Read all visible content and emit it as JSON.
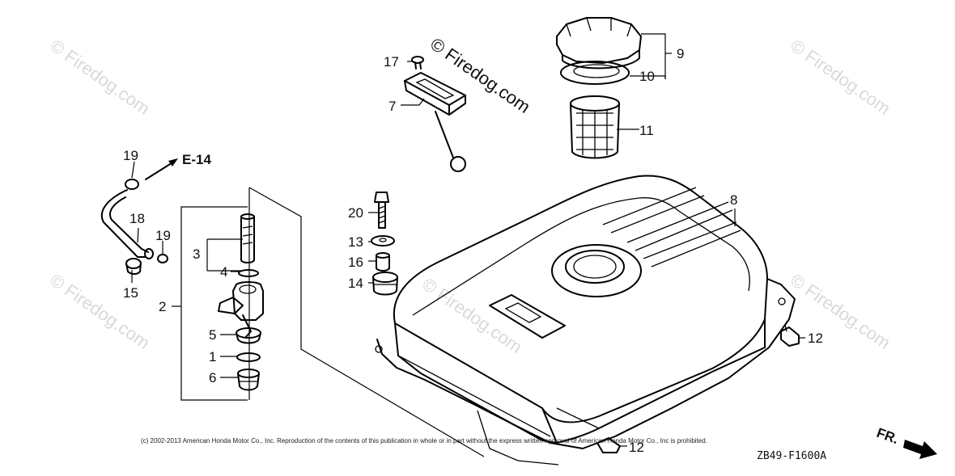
{
  "watermark": "© Firedog.com",
  "copyright": "(c) 2002-2013 American Honda Motor Co., Inc. Reproduction of the contents of this publication in whole or in part without the express written approval of American Honda Motor Co., Inc is prohibited.",
  "diagram_code": "ZB49-F1600A",
  "front_label": "FR.",
  "reference": "E-14",
  "callouts": {
    "c1": "1",
    "c2": "2",
    "c3": "3",
    "c4": "4",
    "c5": "5",
    "c6": "6",
    "c7": "7",
    "c8": "8",
    "c9": "9",
    "c10": "10",
    "c11": "11",
    "c12a": "12",
    "c12b": "12",
    "c13": "13",
    "c14": "14",
    "c15": "15",
    "c16": "16",
    "c17": "17",
    "c18": "18",
    "c19a": "19",
    "c19b": "19",
    "c20": "20"
  }
}
